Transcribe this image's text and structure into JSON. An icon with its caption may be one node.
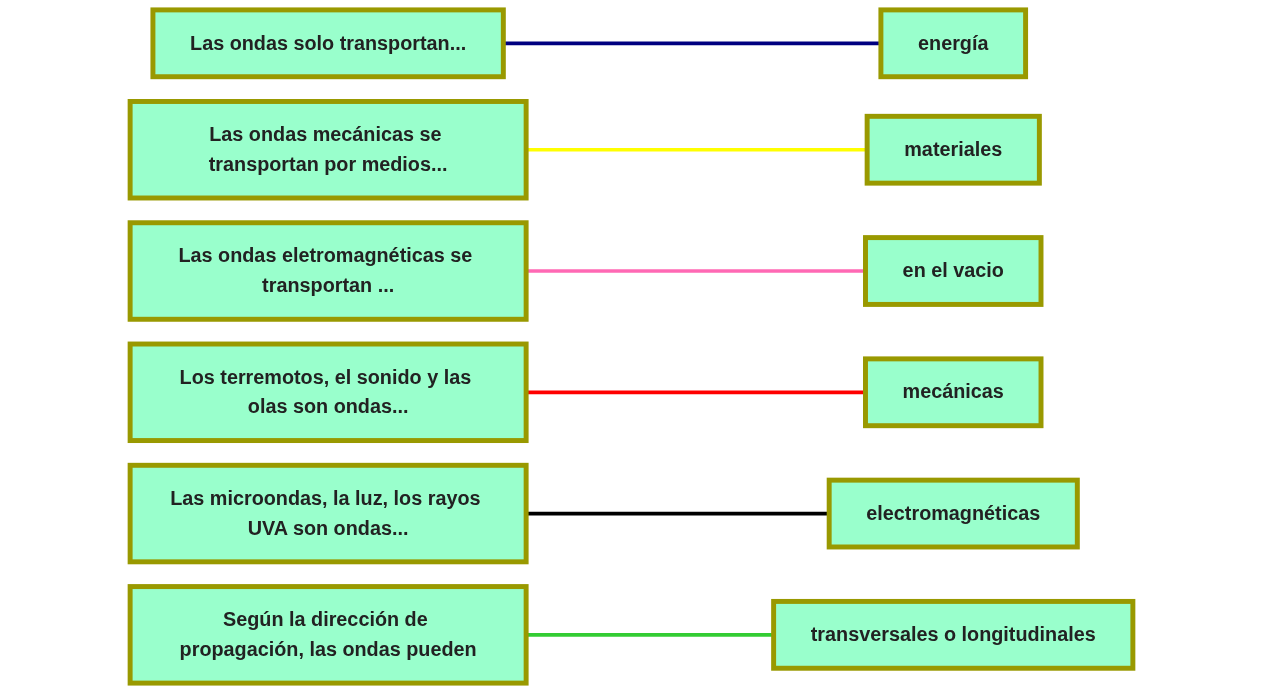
{
  "diagram": {
    "nodes": [
      {
        "text": [
          "Las ondas solo transportan..."
        ]
      },
      {
        "text": [
          "Las ondas mecánicas se transportan por medios..."
        ]
      },
      {
        "text": [
          "Las ondas eletromagnéticas se transportan ..."
        ]
      },
      {
        "text": [
          "Los terremotos, el sonido y las olas son ondas..."
        ]
      },
      {
        "text": [
          "Las microondas, la luz, los rayos UVA son ondas..."
        ]
      },
      {
        "text": [
          "Según la dirección de propagación, las ondas pueden"
        ]
      },
      {
        "text": [
          "mecánicas"
        ]
      },
      {
        "text": [
          "transversales o longitudinales"
        ]
      },
      {
        "text": [
          "materiales"
        ]
      },
      {
        "text": [
          "en el vacio"
        ]
      },
      {
        "text": [
          "electromagnéticas"
        ]
      },
      {
        "text": [
          "energía"
        ]
      }
    ],
    "edges": [
      {
        "from": 0,
        "to": 11,
        "arrow": "none",
        "color": "#000080"
      },
      {
        "from": 1,
        "to": 8,
        "arrow": "none",
        "color": "#ffff00"
      },
      {
        "from": 2,
        "to": 9,
        "arrow": "none",
        "color": "#ff69b4"
      },
      {
        "from": 3,
        "to": 6,
        "arrow": "none",
        "color": "#ff0000"
      },
      {
        "from": 4,
        "to": 10,
        "arrow": "none",
        "color": "#000000"
      },
      {
        "from": 5,
        "to": 7,
        "arrow": "none",
        "color": "#33cc33"
      }
    ]
  }
}
